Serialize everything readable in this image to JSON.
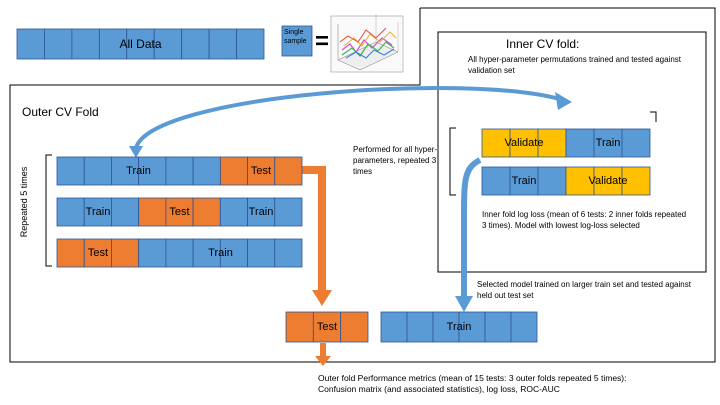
{
  "colors": {
    "blue": "#5b9bd5",
    "orange": "#ed7d31",
    "gold": "#ffc000",
    "cell_border": "#2e5597",
    "arrow_blue": "#5b9bd5",
    "arrow_orange": "#ed7d31"
  },
  "top": {
    "all_data_label": "All Data",
    "single_sample_label": "Single sample",
    "equals": "=",
    "sample_plot_icon": "3d-surface-plot-icon"
  },
  "inner_cv": {
    "title": "Inner CV  fold:",
    "description": "All hyper-parameter permutations trained and tested against validation set",
    "row1": {
      "validate_label": "Validate",
      "train_label": "Train"
    },
    "row2": {
      "train_label": "Train",
      "validate_label": "Validate"
    },
    "performed_note": "Performed for all hyper-parameters, repeated 3 times",
    "log_loss_note": "Inner fold log loss (mean of 6 tests: 2 inner folds repeated 3 times). Model with lowest log-loss selected"
  },
  "outer_cv": {
    "title": "Outer CV Fold",
    "repeated_label": "Repeated 5 times",
    "row1": {
      "train_label": "Train",
      "test_label": "Test"
    },
    "row2": {
      "train_a_label": "Train",
      "test_label": "Test",
      "train_b_label": "Train"
    },
    "row3": {
      "test_label": "Test",
      "train_label": "Train"
    },
    "selected_note": "Selected model trained on larger train set and tested against held out test set",
    "final_test_label": "Test",
    "final_train_label": "Train"
  },
  "footer": {
    "metrics_line1": "Outer fold Performance metrics (mean of 15 tests: 3 outer folds repeated 5 times):",
    "metrics_line2": "Confusion matrix (and associated statistics), log loss, ROC-AUC"
  }
}
